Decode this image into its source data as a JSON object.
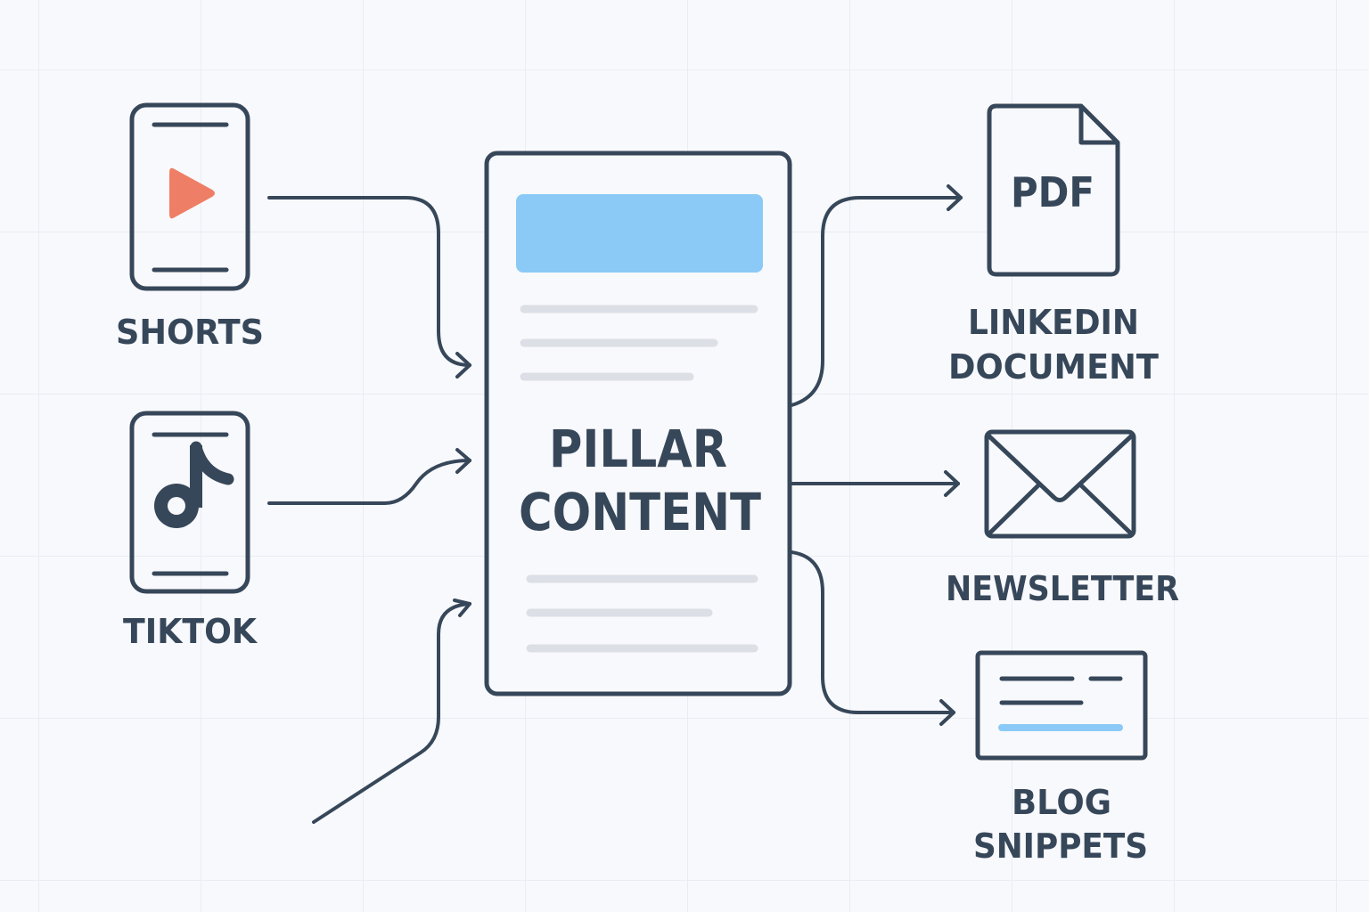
{
  "colors": {
    "stroke": "#37475a",
    "accent_blue": "#8bcaf6",
    "accent_orange": "#ef7e66",
    "placeholder_gray": "#dcdfe5",
    "background": "#f8f9fc",
    "grid": "#e9edf4"
  },
  "center": {
    "title_line1": "PILLAR",
    "title_line2": "CONTENT"
  },
  "inputs": [
    {
      "id": "shorts",
      "label": "SHORTS",
      "icon": "phone-play-icon"
    },
    {
      "id": "tiktok",
      "label": "TIKTOK",
      "icon": "phone-tiktok-icon"
    },
    {
      "id": "extra",
      "label": "",
      "icon": ""
    }
  ],
  "outputs": [
    {
      "id": "linkedin",
      "label_line1": "LINKEDIN",
      "label_line2": "DOCUMENT",
      "icon": "pdf-document-icon",
      "icon_text": "PDF"
    },
    {
      "id": "newsletter",
      "label_line1": "NEWSLETTER",
      "label_line2": "",
      "icon": "envelope-icon"
    },
    {
      "id": "blog",
      "label_line1": "BLOG",
      "label_line2": "SNIPPETS",
      "icon": "blog-card-icon"
    }
  ]
}
